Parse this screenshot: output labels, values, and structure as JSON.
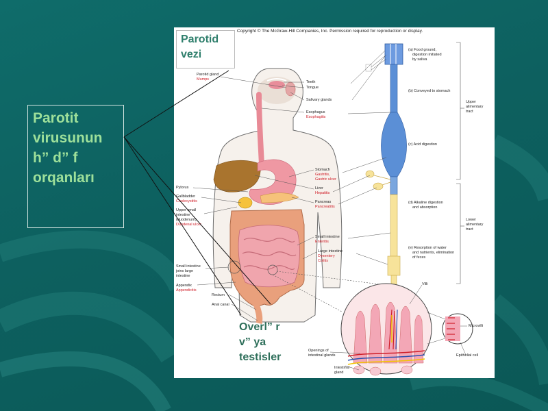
{
  "slide": {
    "left_box_lines": [
      "Parotit",
      "virusunun",
      "h” d” f",
      "orqanları"
    ],
    "parotid_lines": [
      "Parotid",
      "vezi"
    ],
    "tests_lines": [
      "Overl” r",
      "v” ya",
      "testisler"
    ]
  },
  "figure": {
    "copyright": "Copyright © The McGraw-Hill Companies, Inc. Permission required for reproduction or display.",
    "left_labels": {
      "parotid_gland": "Parotid gland",
      "mumps": "Mumps",
      "pylorus": "Pylorus",
      "gallbladder": "Gallbladder",
      "cholecystitis": "Cholecystitis",
      "upper_si_1": "Upper small",
      "upper_si_2": "intestine",
      "upper_si_3": "(duodenum)",
      "duodenal_ulcer": "Duodenal ulcer",
      "si_joins_1": "Small intestine",
      "si_joins_2": "joins large",
      "si_joins_3": "intestine",
      "appendix": "Appendix",
      "appendicitis": "Appendicitis",
      "rectum": "Rectum",
      "anal_canal": "Anal canal"
    },
    "right_labels": {
      "teeth": "Teeth",
      "tongue": "Tongue",
      "salivary": "Salivary glands",
      "esophagus": "Esophagus",
      "esophagitis": "Esophagitis",
      "stomach": "Stomach",
      "gastritis": "Gastritis,",
      "gastric_ulcer": "Gastric ulcer",
      "liver": "Liver",
      "hepatitis": "Hepatitis",
      "pancreas": "Pancreas",
      "pancreatitis": "Pancreatitis",
      "small_intestine": "Small intestine",
      "enteritis": "Enteritis",
      "large_intestine": "Large intestine",
      "dysentery": "Dysentery",
      "colitis": "Colitis"
    },
    "stages": {
      "a1": "(a) Food ground,",
      "a2": "digestion initiated",
      "a3": "by saliva",
      "b": "(b) Conveyed to stomach",
      "c": "(c) Acid digestion",
      "d1": "(d) Alkaline digestion",
      "d2": "and absorption",
      "e1": "(e) Resorption of water",
      "e2": "and nutrients, elimination",
      "e3": "of feces"
    },
    "tract": {
      "upper_1": "Upper",
      "upper_2": "alimentary",
      "upper_3": "tract",
      "lower_1": "Lower",
      "lower_2": "alimentary",
      "lower_3": "tract"
    },
    "detail": {
      "villi": "Villi",
      "microvilli": "Microvilli",
      "epithelial": "Epithelial cell",
      "openings_1": "Openings of",
      "openings_2": "intestinal glands",
      "gland_1": "Intestinal",
      "gland_2": "gland"
    }
  },
  "colors": {
    "background": "#0f6c6a",
    "left_text": "#9ee09a",
    "parotid_text": "#2f7f6c",
    "tests_text": "#2e6f5a",
    "disease_text": "#d0202a",
    "tract_blue": "#5b8fd6",
    "tract_yellow": "#f7e39a"
  }
}
